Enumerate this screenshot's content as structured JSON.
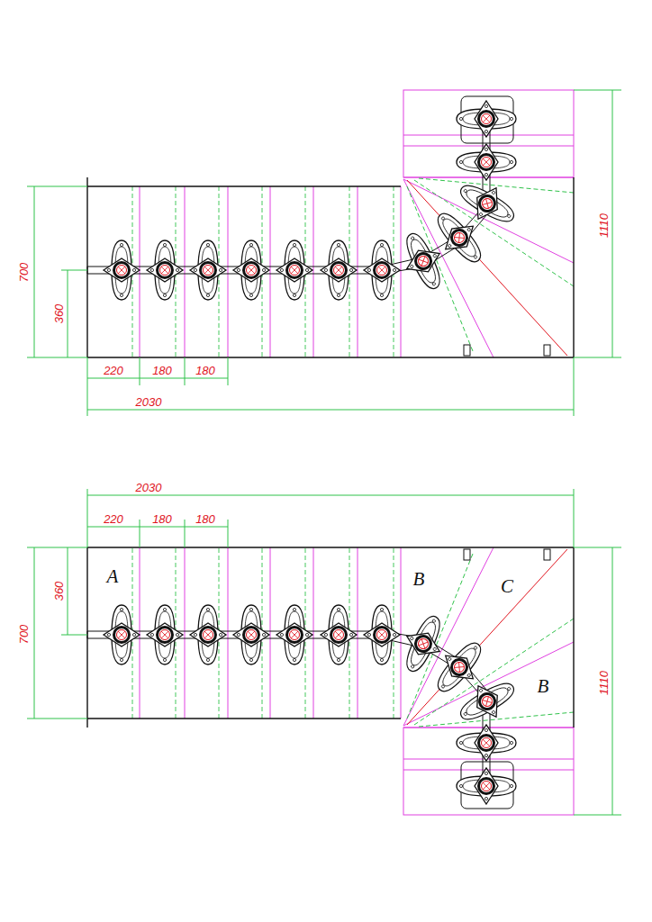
{
  "diagram": {
    "labels": [
      "700",
      "360",
      "220",
      "180",
      "180",
      "2030",
      "1110",
      "2030",
      "220",
      "180",
      "180",
      "360",
      "700",
      "1110",
      "A",
      "B",
      "C",
      "B"
    ]
  }
}
